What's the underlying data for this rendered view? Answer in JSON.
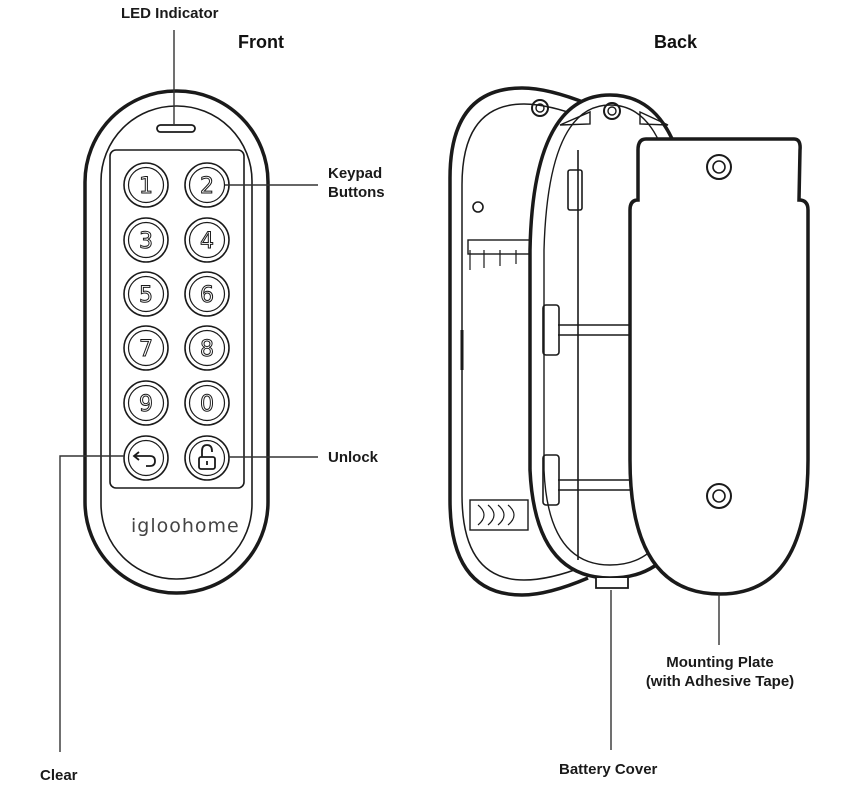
{
  "titles": {
    "front": "Front",
    "back": "Back"
  },
  "labels": {
    "led_indicator": "LED Indicator",
    "keypad_buttons": [
      "Keypad",
      "Buttons"
    ],
    "unlock": "Unlock",
    "clear": "Clear",
    "battery_cover": "Battery Cover",
    "mounting_plate": [
      "Mounting Plate",
      "(with Adhesive Tape)"
    ]
  },
  "device": {
    "brand": "igloohome",
    "keys": [
      "1",
      "2",
      "3",
      "4",
      "5",
      "6",
      "7",
      "8",
      "9",
      "0"
    ],
    "special_keys": [
      "back-arrow-icon",
      "unlock-padlock-icon"
    ]
  },
  "colors": {
    "outline": "#1a1a1a",
    "leader": "#333333"
  }
}
